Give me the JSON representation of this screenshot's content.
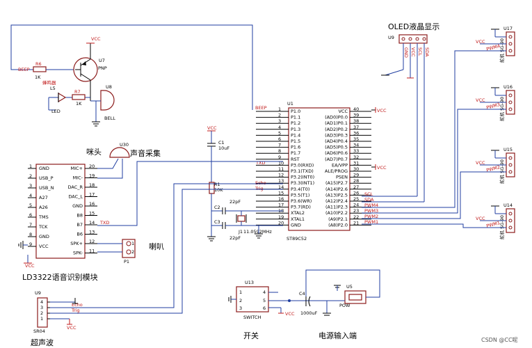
{
  "mcu": {
    "ref": "U1",
    "part": "ST89C52",
    "left_pins": [
      {
        "num": "1",
        "name": "P1.0"
      },
      {
        "num": "2",
        "name": "P1.1"
      },
      {
        "num": "3",
        "name": "P1.2"
      },
      {
        "num": "4",
        "name": "P1.3"
      },
      {
        "num": "5",
        "name": "P1.4"
      },
      {
        "num": "6",
        "name": "P1.5"
      },
      {
        "num": "7",
        "name": "P1.6"
      },
      {
        "num": "8",
        "name": "P1.7"
      },
      {
        "num": "9",
        "name": "RST"
      },
      {
        "num": "10",
        "name": "P3.0(RXD)"
      },
      {
        "num": "11",
        "name": "P3.1(TXD)"
      },
      {
        "num": "12",
        "name": "P3.2(INT0)"
      },
      {
        "num": "13",
        "name": "P3.3(INT1)"
      },
      {
        "num": "14",
        "name": "P3.4(T0)"
      },
      {
        "num": "15",
        "name": "P3.5(T1)"
      },
      {
        "num": "16",
        "name": "P3.6(WR)"
      },
      {
        "num": "17",
        "name": "P3.7(RD)"
      },
      {
        "num": "18",
        "name": "XTAL2"
      },
      {
        "num": "19",
        "name": "XTAL1"
      },
      {
        "num": "20",
        "name": "GND"
      }
    ],
    "right_pins": [
      {
        "num": "40",
        "name": "VCC"
      },
      {
        "num": "39",
        "name": "(AD0)P0.0"
      },
      {
        "num": "38",
        "name": "(AD1)P0.1"
      },
      {
        "num": "37",
        "name": "(AD2)P0.2"
      },
      {
        "num": "36",
        "name": "(AD3)P0.3"
      },
      {
        "num": "35",
        "name": "(AD4)P0.4"
      },
      {
        "num": "34",
        "name": "(AD5)P0.5"
      },
      {
        "num": "33",
        "name": "(AD6)P0.6"
      },
      {
        "num": "32",
        "name": "(AD7)P0.7"
      },
      {
        "num": "31",
        "name": "EA/VPP"
      },
      {
        "num": "30",
        "name": "ALE/PROG"
      },
      {
        "num": "29",
        "name": "PSEN"
      },
      {
        "num": "28",
        "name": "(A15)P2.7"
      },
      {
        "num": "27",
        "name": "(A14)P2.6"
      },
      {
        "num": "26",
        "name": "(A13)P2.5"
      },
      {
        "num": "25",
        "name": "(A12)P2.4"
      },
      {
        "num": "24",
        "name": "(A11)P2.3"
      },
      {
        "num": "23",
        "name": "(A10)P2.2"
      },
      {
        "num": "22",
        "name": "(A9)P2.1"
      },
      {
        "num": "21",
        "name": "(A8)P2.0"
      }
    ],
    "left_nets": {
      "beep": "BEEP",
      "txd": "TXD",
      "echo": "Echo",
      "trig": "Trig"
    },
    "right_nets": [
      "SCL",
      "SDA",
      "PWM4",
      "PWM3",
      "PWM2",
      "PWM1"
    ],
    "vcc": "VCC"
  },
  "voice": {
    "ref": "U30",
    "title": "LD3322语音识别模块",
    "mic_label": "咪头",
    "mic_caption": "声音采集",
    "left_pins": [
      "GND",
      "USB_P",
      "USB_N",
      "A27",
      "A26",
      "TMS",
      "TCK",
      "GND",
      "VCC"
    ],
    "right_pins": [
      "MIC+",
      "MIC-",
      "DAC_R",
      "DAC_L",
      "GND",
      "B8",
      "B7",
      "B6",
      "SPK+",
      "SPK-"
    ],
    "right_nums": [
      "20",
      "19",
      "18",
      "17",
      "16",
      "15",
      "14",
      "13",
      "12",
      "11"
    ],
    "left_nums": [
      "1",
      "2",
      "3",
      "4",
      "5",
      "6",
      "7",
      "8",
      "9"
    ],
    "txd": "TXD",
    "speaker_ref": "P1",
    "speaker_label": "喇叭",
    "speaker_pins": [
      "1",
      "2"
    ],
    "vcc": "VCC"
  },
  "buzzer": {
    "transistor_ref": "U7",
    "transistor_type": "PNP",
    "bell_ref": "U8",
    "bell_label": "BELL",
    "r6": "R6",
    "r6_val": "1K",
    "r7": "R7",
    "r7_val": "1K",
    "led_ref": "L5",
    "led_label": "LED",
    "beep_net": "BEEP",
    "note": "蜂鸣器",
    "vcc": "VCC"
  },
  "reset": {
    "c1": "C1",
    "c1_val": "10uF",
    "r1": "R1",
    "r1_val": "10K",
    "c2": "C2",
    "c2_val": "22pF",
    "c3": "C3",
    "c3_val": "22pF",
    "crystal": "J1",
    "crystal_val": "11.0592MHz",
    "vcc": "VCC"
  },
  "oled": {
    "ref": "U9",
    "title": "OLED液晶显示",
    "pins": [
      "GND",
      "VCC",
      "SCL",
      "SDA"
    ]
  },
  "servos": [
    {
      "ref": "U17",
      "net": "PWM4",
      "label": "舵机 SG-90",
      "vcc": "VCC"
    },
    {
      "ref": "U16",
      "net": "PWM3",
      "label": "舵机 SG-90",
      "vcc": "VCC"
    },
    {
      "ref": "U15",
      "net": "PWM2",
      "label": "舵机 SG-90",
      "vcc": "VCC"
    },
    {
      "ref": "U14",
      "net": "PWM1",
      "label": "舵机 SG-90",
      "vcc": "VCC"
    }
  ],
  "ultrasonic": {
    "ref": "U9",
    "part": "SR04",
    "title": "超声波",
    "pins": [
      "4",
      "3",
      "2",
      "1"
    ],
    "echo": "Echo",
    "trig": "Trig",
    "vcc": "VCC"
  },
  "switch": {
    "ref": "U13",
    "part": "SWITCH",
    "title": "开关",
    "pins": [
      "1",
      "2",
      "3",
      "4",
      "5",
      "6"
    ],
    "vcc": "VCC"
  },
  "power": {
    "c4": "C4",
    "c4_val": "1000uF",
    "ref": "U5",
    "part": "POW",
    "title": "电源输入端",
    "vcc": "VCC"
  },
  "watermark": "CSDN @CC呢"
}
